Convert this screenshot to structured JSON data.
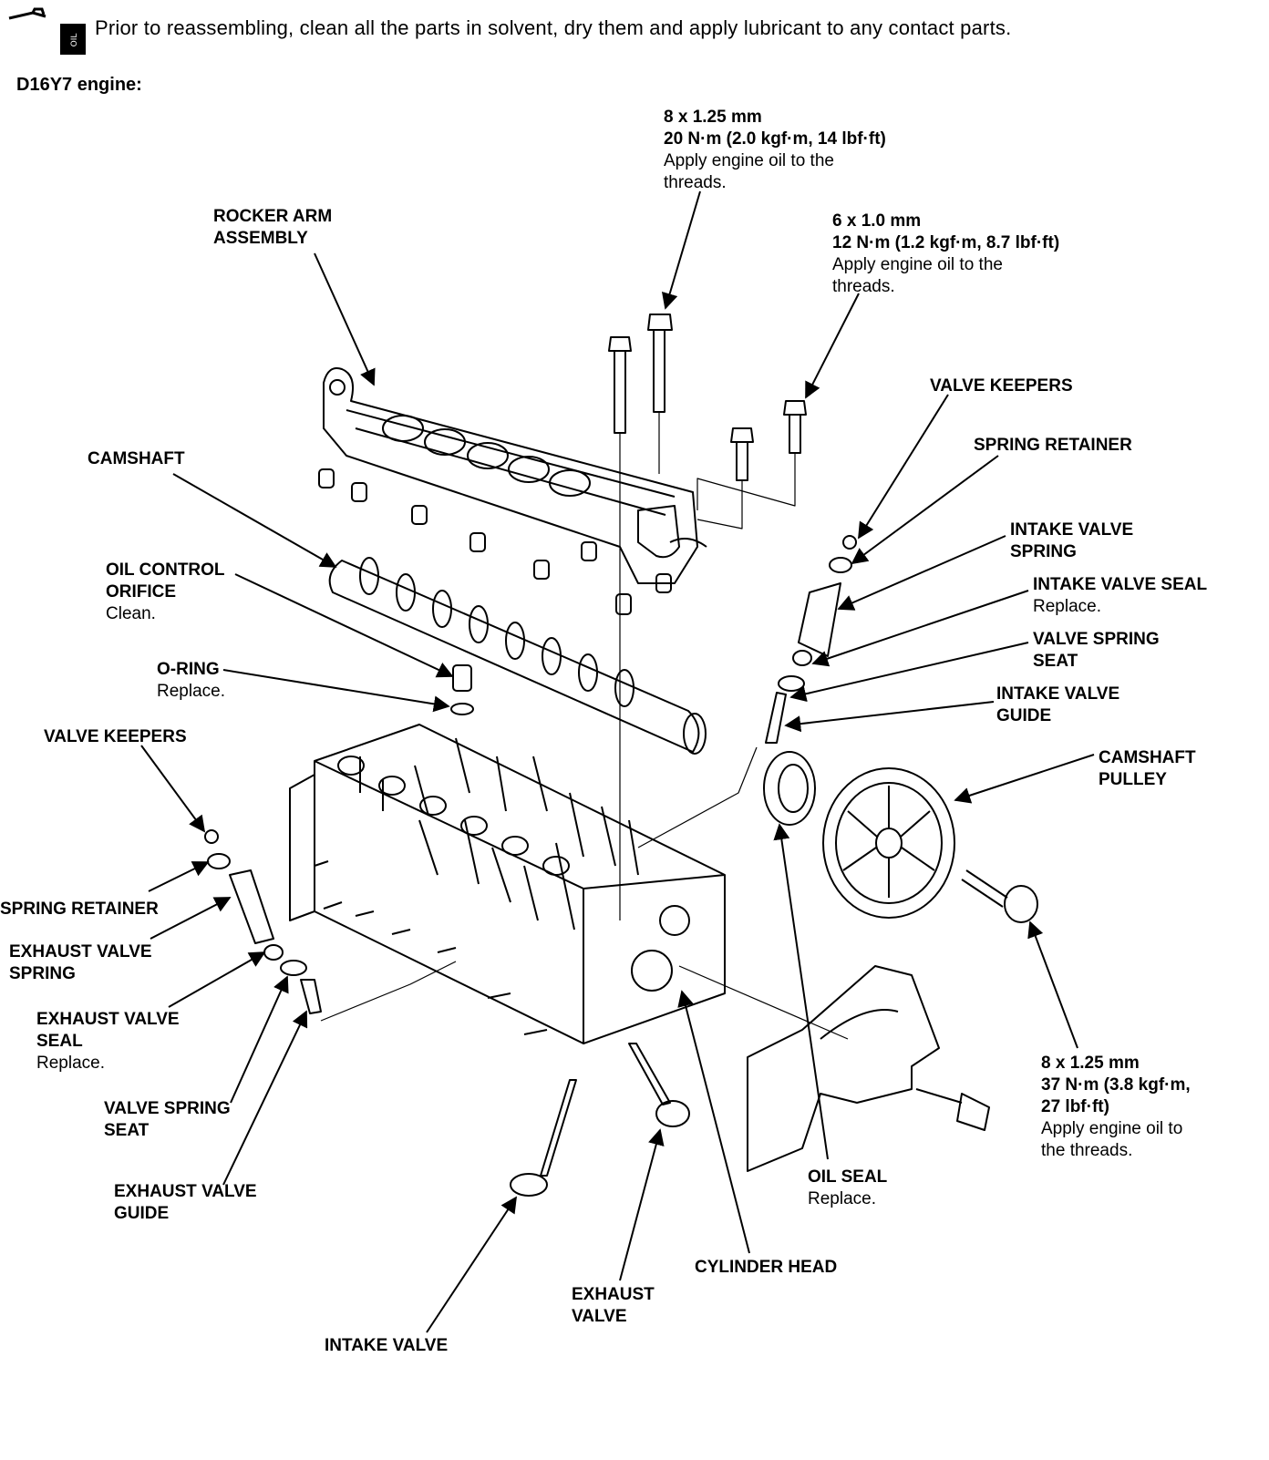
{
  "header": {
    "note": "Prior to reassembling, clean all the parts in solvent, dry them and apply lubricant to any contact parts.",
    "engine": "D16Y7 engine:"
  },
  "labels": {
    "bolt_8_125_top": {
      "lines": [
        "8 x 1.25 mm",
        "20 N·m (2.0 kgf·m, 14 lbf·ft)"
      ],
      "sub": [
        "Apply engine oil to the",
        "threads."
      ]
    },
    "bolt_6_10": {
      "lines": [
        "6 x 1.0 mm",
        "12 N·m (1.2 kgf·m, 8.7 lbf·ft)"
      ],
      "sub": [
        "Apply engine oil to the",
        "threads."
      ]
    },
    "rocker_arm": {
      "lines": [
        "ROCKER ARM",
        "ASSEMBLY"
      ]
    },
    "valve_keepers_right": {
      "lines": [
        "VALVE KEEPERS"
      ]
    },
    "spring_retainer_right": {
      "lines": [
        "SPRING RETAINER"
      ]
    },
    "camshaft": {
      "lines": [
        "CAMSHAFT"
      ]
    },
    "intake_valve_spring": {
      "lines": [
        "INTAKE VALVE",
        "SPRING"
      ]
    },
    "intake_valve_seal": {
      "lines": [
        "INTAKE VALVE SEAL"
      ],
      "sub": [
        "Replace."
      ]
    },
    "oil_control_orifice": {
      "lines": [
        "OIL CONTROL",
        "ORIFICE"
      ],
      "sub": [
        "Clean."
      ]
    },
    "valve_spring_seat_right": {
      "lines": [
        "VALVE SPRING",
        "SEAT"
      ]
    },
    "o_ring": {
      "lines": [
        "O-RING"
      ],
      "sub": [
        "Replace."
      ]
    },
    "intake_valve_guide": {
      "lines": [
        "INTAKE VALVE",
        "GUIDE"
      ]
    },
    "valve_keepers_left": {
      "lines": [
        "VALVE KEEPERS"
      ]
    },
    "camshaft_pulley": {
      "lines": [
        "CAMSHAFT",
        "PULLEY"
      ]
    },
    "spring_retainer_left": {
      "lines": [
        "SPRING RETAINER"
      ]
    },
    "exhaust_valve_spring": {
      "lines": [
        "EXHAUST VALVE",
        "SPRING"
      ]
    },
    "exhaust_valve_seal": {
      "lines": [
        "EXHAUST VALVE",
        "SEAL"
      ],
      "sub": [
        "Replace."
      ]
    },
    "bolt_8_125_bottom": {
      "lines": [
        "8 x 1.25 mm",
        "37 N·m (3.8 kgf·m,",
        "27 lbf·ft)"
      ],
      "sub": [
        "Apply engine oil to",
        "the threads."
      ]
    },
    "valve_spring_seat_left": {
      "lines": [
        "VALVE SPRING",
        "SEAT"
      ]
    },
    "oil_seal": {
      "lines": [
        "OIL SEAL"
      ],
      "sub": [
        "Replace."
      ]
    },
    "exhaust_valve_guide": {
      "lines": [
        "EXHAUST VALVE",
        "GUIDE"
      ]
    },
    "cylinder_head": {
      "lines": [
        "CYLINDER HEAD"
      ]
    },
    "exhaust_valve": {
      "lines": [
        "EXHAUST",
        "VALVE"
      ]
    },
    "intake_valve": {
      "lines": [
        "INTAKE VALVE"
      ]
    }
  }
}
